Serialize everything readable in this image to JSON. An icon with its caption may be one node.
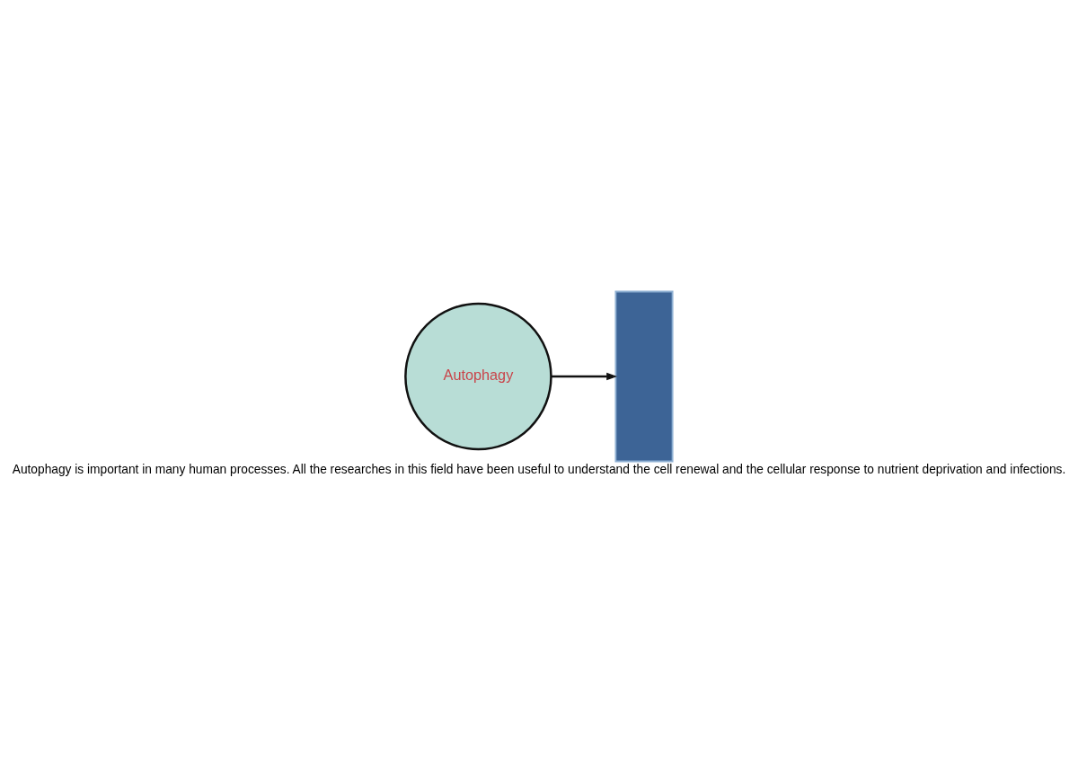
{
  "diagram": {
    "caption": "Autophagy is important in many human processes. All the researches in this field have been useful to understand the cell renewal and the cellular response to nutrient deprivation and infections.",
    "nodes": [
      {
        "text": [
          "Autophagy"
        ]
      },
      {
        "text": [],
        "shape": "person"
      }
    ],
    "edges": [
      {
        "from": 0,
        "to": 1,
        "arrow": "to"
      }
    ]
  }
}
